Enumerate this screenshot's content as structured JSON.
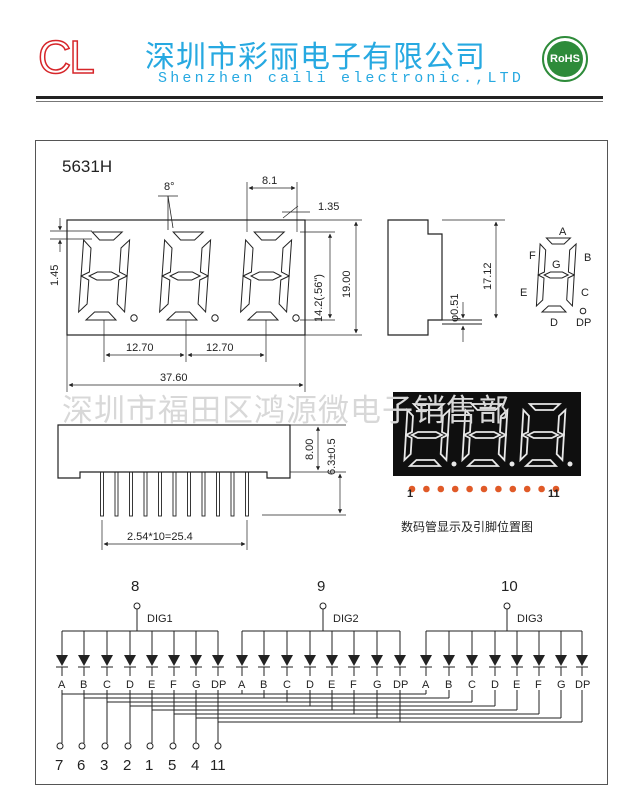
{
  "header": {
    "logo_text": "CL",
    "company_cn": "深圳市彩丽电子有限公司",
    "company_en": "Shenzhen caili electronic.,LTD",
    "rohs_text": "RoHS"
  },
  "watermark": "深圳市福田区鸿源微电子销售部",
  "diagram": {
    "model": "5631H",
    "dimensions": {
      "angle": "8°",
      "digit_width": "8.1",
      "segment_gap": "1.35",
      "segment_width": "1.45",
      "digit_height": "14.2(.56\")",
      "total_height": "19.00",
      "pitch_1": "12.70",
      "pitch_2": "12.70",
      "total_width": "37.60",
      "side_height": "17.12",
      "pin_diameter": "φ0.51",
      "body_depth": "8.00",
      "pin_length": "6.3±0.5",
      "pin_pitch": "2.54*10=25.4"
    },
    "segment_labels": {
      "a": "A",
      "b": "B",
      "c": "C",
      "d": "D",
      "e": "E",
      "f": "F",
      "g": "G",
      "dp": "DP"
    },
    "pin_caption": "数码管显示及引脚位置图",
    "pin_first": "1",
    "pin_last": "11",
    "digits": [
      {
        "pin": "8",
        "name": "DIG1"
      },
      {
        "pin": "9",
        "name": "DIG2"
      },
      {
        "pin": "10",
        "name": "DIG3"
      }
    ],
    "segment_names": [
      "A",
      "B",
      "C",
      "D",
      "E",
      "F",
      "G",
      "DP"
    ],
    "bottom_pins": [
      "7",
      "6",
      "3",
      "2",
      "1",
      "5",
      "4",
      "11"
    ]
  },
  "colors": {
    "brand_red": "#d6262a",
    "brand_blue": "#27a9e1",
    "rohs_green": "#2e8b3a",
    "pin_orange": "#e05a28"
  }
}
